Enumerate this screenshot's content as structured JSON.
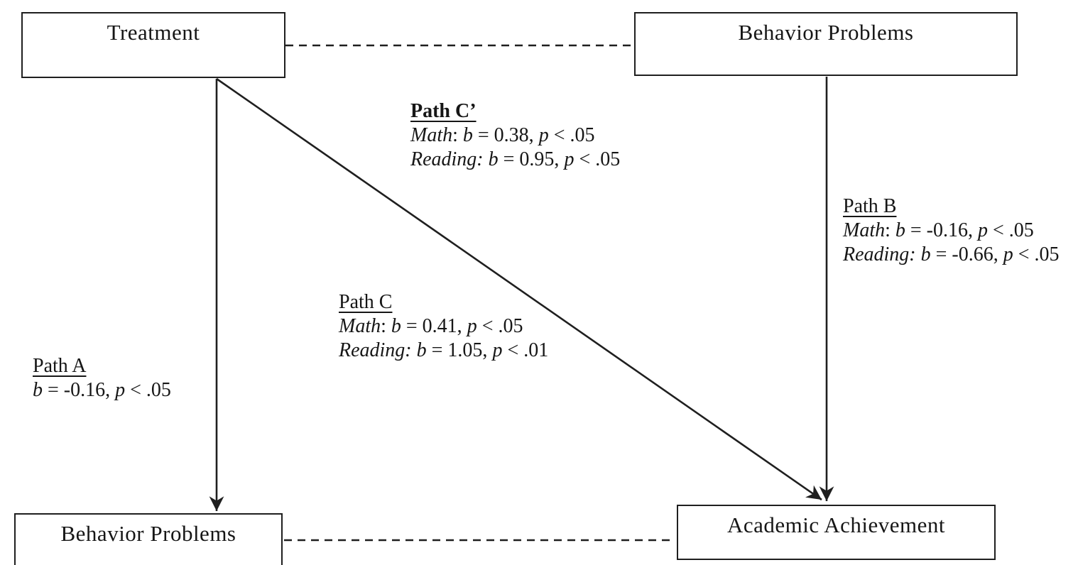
{
  "figure": {
    "description": "Mediation path diagram",
    "nodes": {
      "treatment": {
        "label": "Treatment"
      },
      "behavior_problems_top": {
        "label": "Behavior Problems"
      },
      "behavior_problems_bottom": {
        "label": "Behavior Problems"
      },
      "academic_achievement": {
        "label": "Academic Achievement"
      }
    },
    "paths": {
      "path_c_prime": {
        "title": "Path C’",
        "lines": [
          [
            {
              "t": "Math",
              "i": 1
            },
            {
              "t": ": "
            },
            {
              "t": "b",
              "i": 1
            },
            {
              "t": " = 0.38, "
            },
            {
              "t": "p",
              "i": 1
            },
            {
              "t": " < .05"
            }
          ],
          [
            {
              "t": "Reading:",
              "i": 1
            },
            {
              "t": " "
            },
            {
              "t": "b",
              "i": 1
            },
            {
              "t": " = 0.95, "
            },
            {
              "t": "p",
              "i": 1
            },
            {
              "t": " < .05"
            }
          ]
        ]
      },
      "path_b": {
        "title": "Path B",
        "lines": [
          [
            {
              "t": "Math",
              "i": 1
            },
            {
              "t": ": "
            },
            {
              "t": "b",
              "i": 1
            },
            {
              "t": " = -0.16, "
            },
            {
              "t": "p",
              "i": 1
            },
            {
              "t": " < .05"
            }
          ],
          [
            {
              "t": "Reading:",
              "i": 1
            },
            {
              "t": " "
            },
            {
              "t": "b",
              "i": 1
            },
            {
              "t": " = -0.66, "
            },
            {
              "t": "p",
              "i": 1
            },
            {
              "t": " < .05"
            }
          ]
        ]
      },
      "path_c": {
        "title": "Path C",
        "lines": [
          [
            {
              "t": "Math",
              "i": 1
            },
            {
              "t": ": "
            },
            {
              "t": "b",
              "i": 1
            },
            {
              "t": " = 0.41, "
            },
            {
              "t": "p",
              "i": 1
            },
            {
              "t": " < .05"
            }
          ],
          [
            {
              "t": "Reading:",
              "i": 1
            },
            {
              "t": " "
            },
            {
              "t": "b",
              "i": 1
            },
            {
              "t": " = 1.05, "
            },
            {
              "t": "p",
              "i": 1
            },
            {
              "t": " < .01"
            }
          ]
        ]
      },
      "path_a": {
        "title": "Path A",
        "lines": [
          [
            {
              "t": "b",
              "i": 1
            },
            {
              "t": " = -0.16, "
            },
            {
              "t": "p",
              "i": 1
            },
            {
              "t": " < .05"
            }
          ]
        ]
      }
    },
    "colors": {
      "line": "#1f1f1f",
      "background": "#ffffff",
      "text": "#161616"
    }
  }
}
